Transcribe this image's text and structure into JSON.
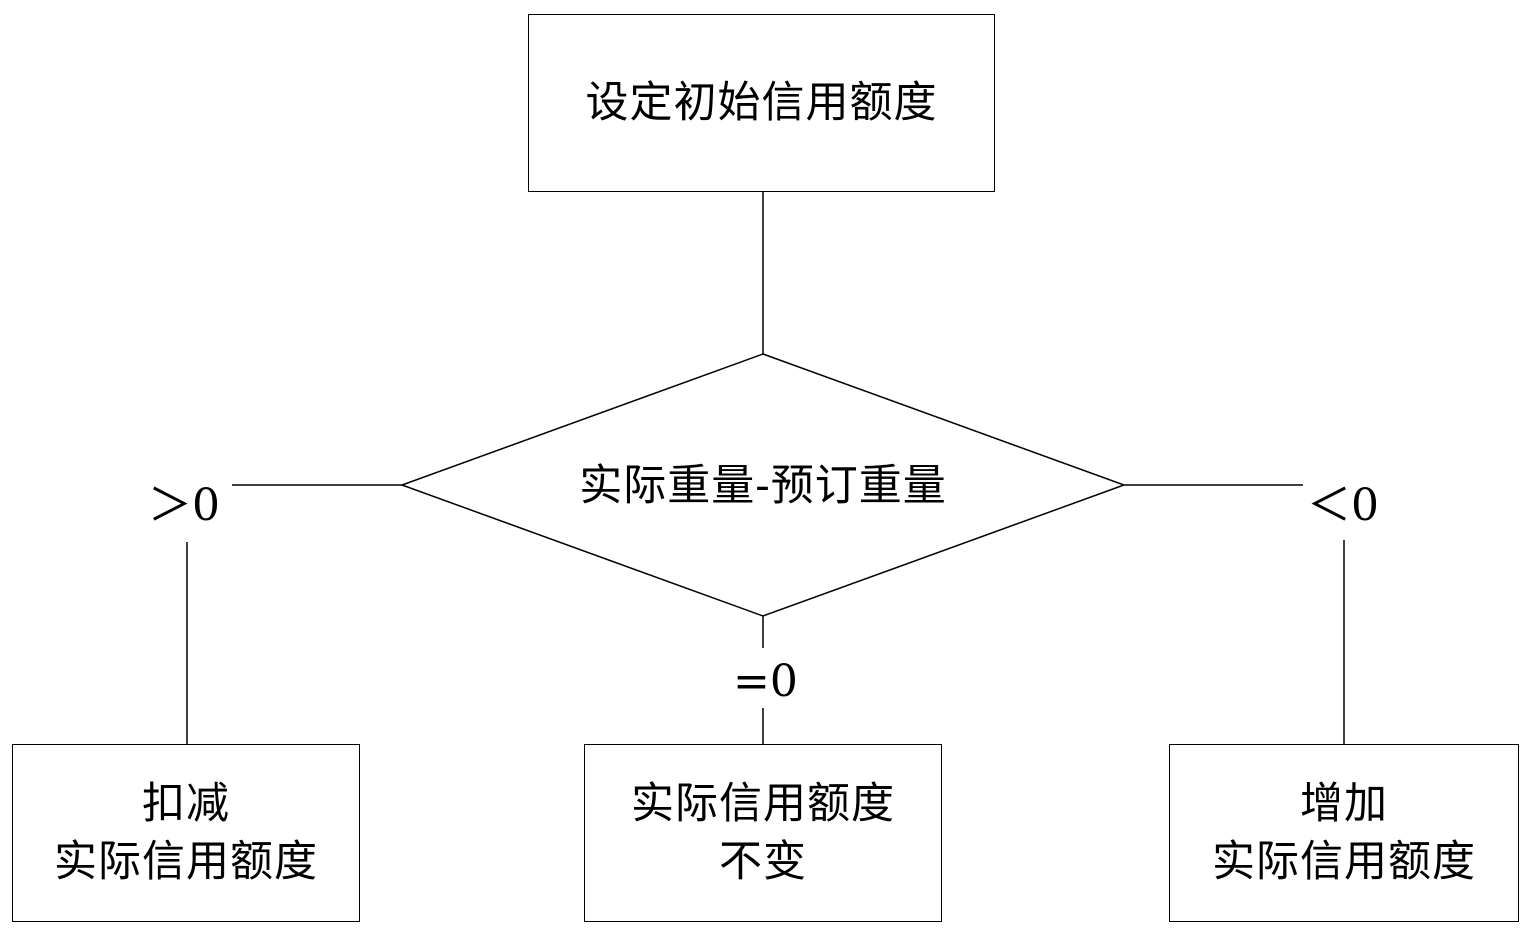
{
  "nodes": {
    "start": {
      "text": "设定初始信用额度"
    },
    "decision": {
      "text": "实际重量-预订重量"
    },
    "left_result": {
      "line1": "扣减",
      "line2": "实际信用额度"
    },
    "middle_result": {
      "line1": "实际信用额度",
      "line2": "不变"
    },
    "right_result": {
      "line1": "增加",
      "line2": "实际信用额度"
    }
  },
  "branches": {
    "greater": "＞0",
    "equal": "=0",
    "less": "＜0"
  }
}
